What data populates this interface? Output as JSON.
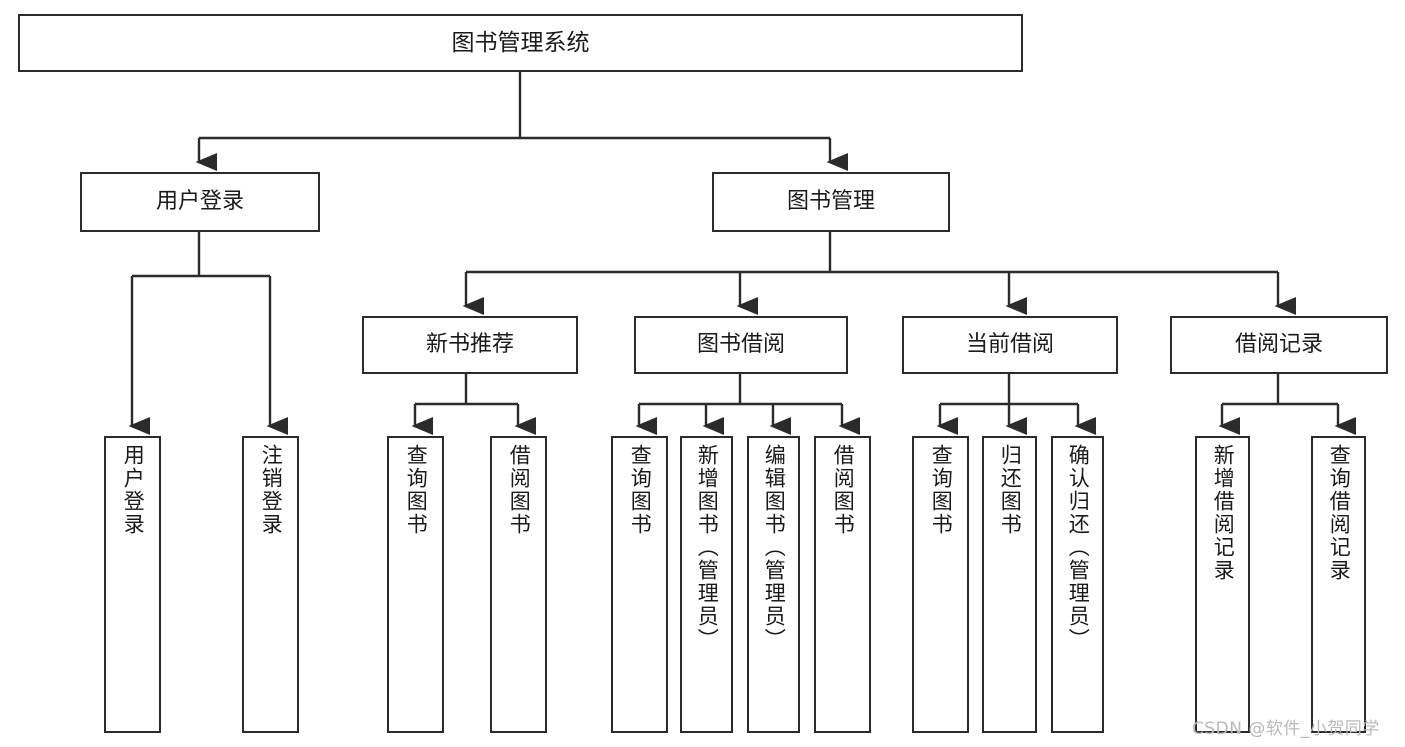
{
  "diagram": {
    "type": "hierarchy-tree",
    "title": "图书管理系统",
    "colors": {
      "stroke": "#2b2b2b",
      "fill": "#ffffff",
      "text": "#1a1a1a",
      "watermark": "#b9b9b9"
    },
    "nodes": {
      "root": {
        "label": "图书管理系统"
      },
      "level1": [
        {
          "label": "用户登录"
        },
        {
          "label": "图书管理"
        }
      ],
      "level2": [
        {
          "label": "新书推荐"
        },
        {
          "label": "图书借阅"
        },
        {
          "label": "当前借阅"
        },
        {
          "label": "借阅记录"
        }
      ],
      "leaves": {
        "user_login": [
          {
            "label": "用户登录"
          },
          {
            "label": "注销登录"
          }
        ],
        "new_book_recommend": [
          {
            "label": "查询图书"
          },
          {
            "label": "借阅图书"
          }
        ],
        "book_borrow": [
          {
            "label": "查询图书"
          },
          {
            "label": "新增图书（管理员）"
          },
          {
            "label": "编辑图书（管理员）"
          },
          {
            "label": "借阅图书"
          }
        ],
        "current_borrow": [
          {
            "label": "查询图书"
          },
          {
            "label": "归还图书"
          },
          {
            "label": "确认归还（管理员）"
          }
        ],
        "borrow_record": [
          {
            "label": "新增借阅记录"
          },
          {
            "label": "查询借阅记录"
          }
        ]
      }
    },
    "watermark": "CSDN @软件_小贺同学"
  }
}
